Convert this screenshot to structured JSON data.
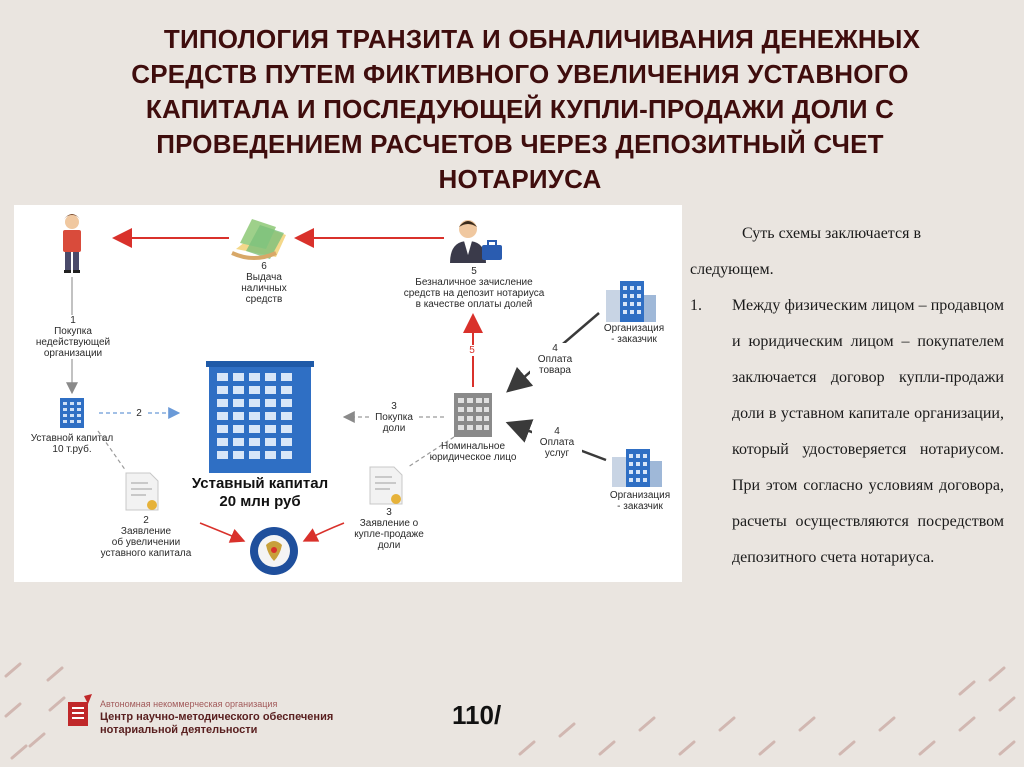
{
  "title": {
    "line1": "ТИПОЛОГИЯ ТРАНЗИТА И ОБНАЛИЧИВАНИЯ ДЕНЕЖНЫХ",
    "line2": "СРЕДСТВ ПУТЕМ ФИКТИВНОГО УВЕЛИЧЕНИЯ УСТАВНОГО",
    "line3": "КАПИТАЛА И ПОСЛЕДУЮЩЕЙ КУПЛИ-ПРОДАЖИ ДОЛИ С",
    "line4": "ПРОВЕДЕНИЕМ РАСЧЕТОВ ЧЕРЕЗ ДЕПОЗИТНЫЙ СЧЕТ",
    "line5": "НОТАРИУСА"
  },
  "diagram": {
    "step6_num": "6",
    "step6_l1": "Выдача",
    "step6_l2": "наличных",
    "step6_l3": "средств",
    "step5_num": "5",
    "step5_l1": "Безналичное зачисление",
    "step5_l2": "средств на депозит нотариуса",
    "step5_l3": "в качестве оплаты долей",
    "step1_num": "1",
    "step1_l1": "Покупка",
    "step1_l2": "недействующей",
    "step1_l3": "организации",
    "arrow2_label": "2",
    "arrow5_label": "5",
    "charter_small_l1": "Уставной капитал",
    "charter_small_l2": "10 т.руб.",
    "charter_big_l1": "Уставный капитал",
    "charter_big_l2": "20 млн руб",
    "step3_num": "3",
    "step3_l1": "Покупка",
    "step3_l2": "доли",
    "nominal_l1": "Номинальное",
    "nominal_l2": "юридическое лицо",
    "step4a_num": "4",
    "step4a_l1": "Оплата",
    "step4a_l2": "товара",
    "step4b_num": "4",
    "step4b_l1": "Оплата",
    "step4b_l2": "услуг",
    "customer1_l1": "Организация",
    "customer1_l2": "- заказчик",
    "customer2_l1": "Организация",
    "customer2_l2": "- заказчик",
    "step2_num": "2",
    "step2_l1": "Заявление",
    "step2_l2": "об увеличении",
    "step2_l3": "уставного капитала",
    "step3b_num": "3",
    "step3b_l1": "Заявление о",
    "step3b_l2": "купле-продаже",
    "step3b_l3": "доли",
    "colors": {
      "arrow_red": "#d9312b",
      "building_blue": "#2f6fc4",
      "building_grey": "#8a8a8a"
    }
  },
  "body": {
    "lead_l1": "Суть схемы заключается в",
    "lead_l2": "следующем.",
    "item1_num": "1.",
    "item1_text": "Между физическим лицом – продавцом и юридическим лицом – покупателем заключается договор купли-продажи доли в уставном капитале организации, который удостоверяется нотариусом. При этом согласно условиям договора, расчеты осуществляются посредством депозитного счета нотариуса."
  },
  "footer": {
    "org_line1": "Автономная некоммерческая организация",
    "org_line2": "Центр научно-методического обеспечения",
    "org_line3": "нотариальной деятельности",
    "page_number": "110/"
  }
}
